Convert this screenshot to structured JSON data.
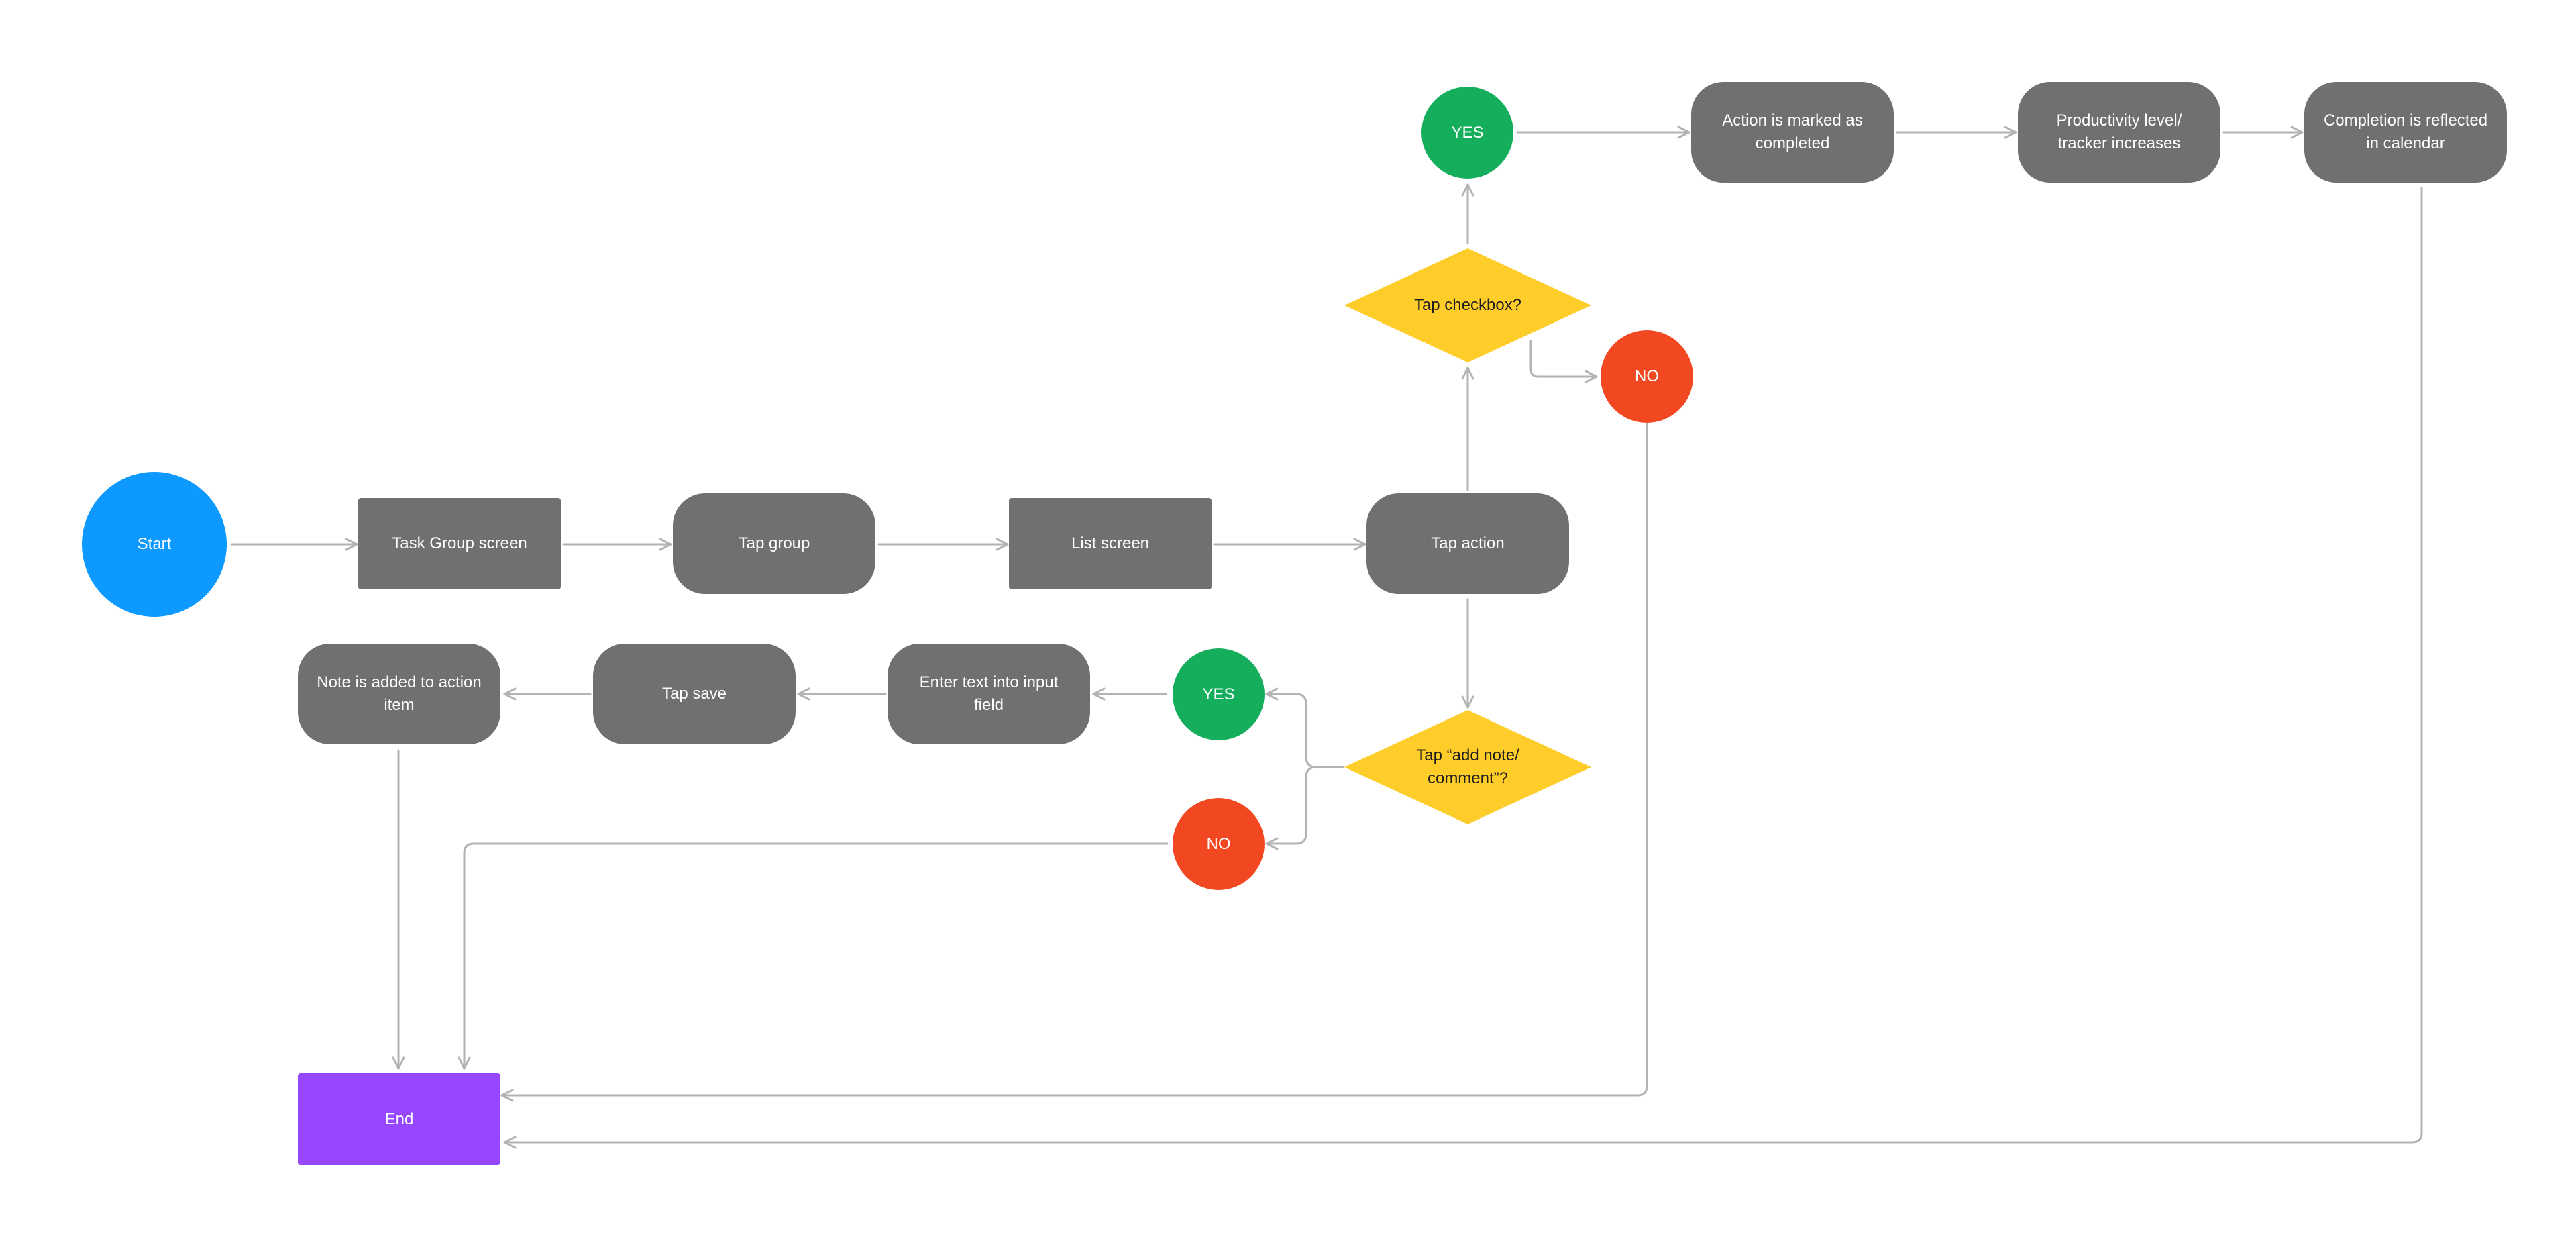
{
  "colors": {
    "process": "#707070",
    "start": "#0d99ff",
    "end": "#9747ff",
    "yes": "#14ae5c",
    "no": "#f24822",
    "decision": "#ffcd29",
    "connector": "#b3b3b3"
  },
  "nodes": {
    "start": "Start",
    "task_group_screen": "Task Group screen",
    "tap_group": "Tap group",
    "list_screen": "List screen",
    "tap_action": "Tap action",
    "tap_checkbox": "Tap checkbox?",
    "yes_top": "YES",
    "no_top": "NO",
    "action_marked": "Action is marked as completed",
    "productivity": "Productivity level/ tracker increases",
    "completion": "Completion is reflected in calendar",
    "tap_add_note": "Tap “add note/ comment”?",
    "yes_bottom": "YES",
    "no_bottom": "NO",
    "enter_text": "Enter text into input field",
    "tap_save": "Tap save",
    "note_added": "Note is added to action item",
    "end": "End"
  }
}
